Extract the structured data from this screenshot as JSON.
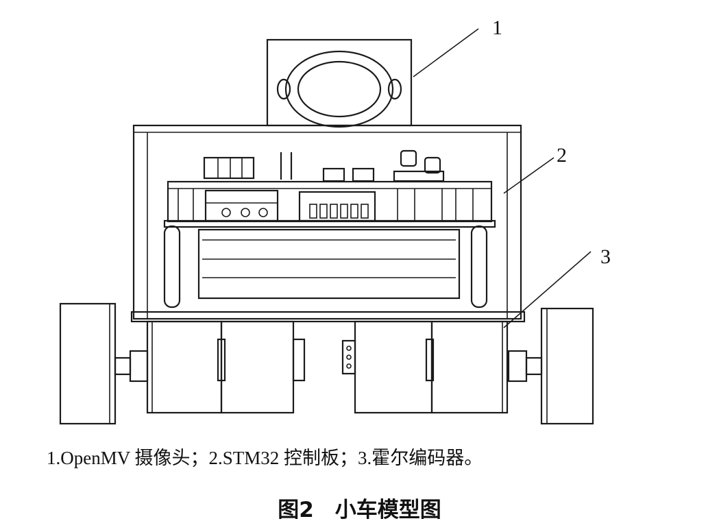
{
  "callouts": {
    "camera": "1",
    "board": "2",
    "encoder": "3"
  },
  "legend_text": "1.OpenMV 摄像头；2.STM32 控制板；3.霍尔编码器。",
  "caption": "图2　小车模型图"
}
